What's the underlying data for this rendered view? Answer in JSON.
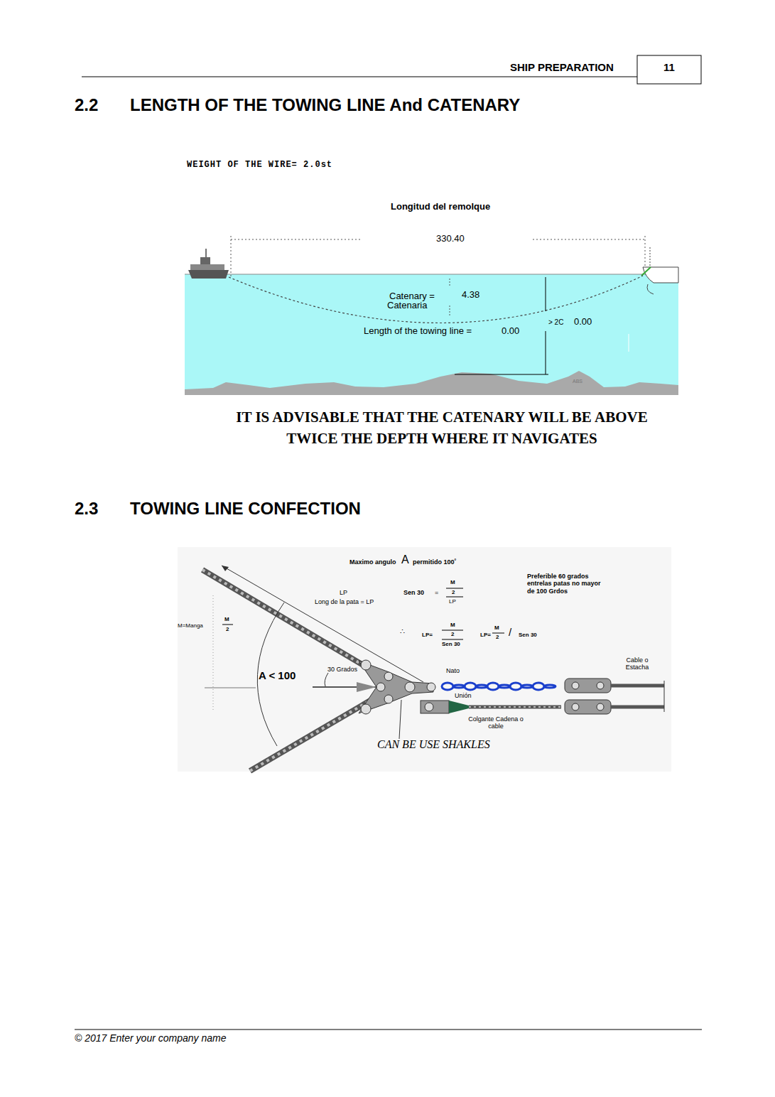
{
  "diagram": {
    "labels": [
      "SHIP PREPARATION",
      "11",
      "2.2",
      "LENGTH OF THE TOWING LINE And CATENARY",
      "WEIGHT OF THE WIRE= 2.0st",
      "Longitud del remolque",
      "330.40",
      "Catenary =",
      "Catenaria",
      "4.38",
      "Length of the towing line =",
      "0.00",
      "> 2C",
      "0.00",
      "ABS",
      "IT IS ADVISABLE THAT THE CATENARY WILL BE ABOVE TWICE THE DEPTH WHERE IT NAVIGATES",
      "2.3",
      "TOWING LINE CONFECTION",
      "Maximo angulo",
      "A",
      "permitido 100˚",
      "Preferible 60 grados entrelas patas no mayor de 100 Grdos",
      "LP",
      "Long de la pata = LP",
      "Sen 30",
      "=",
      "M",
      "2",
      "LP",
      "M=Manga",
      "M",
      "2",
      "∴",
      "LP=",
      "M",
      "2",
      "Sen 30",
      "LP=",
      "M",
      "2",
      "/",
      "Sen 30",
      "A < 100",
      "30 Grados",
      "Nato",
      "Unión",
      "Cable o Estacha",
      "Colgante Cadena o cable",
      "CAN BE USE SHAKLES",
      "© 2017 Enter your company name"
    ]
  }
}
